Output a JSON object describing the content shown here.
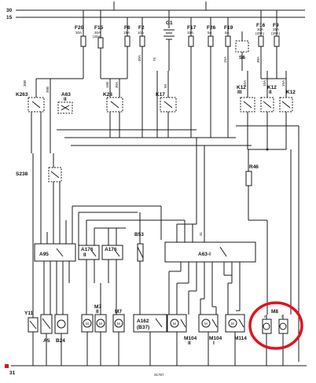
{
  "bus": {
    "top": "30",
    "bottom": "15"
  },
  "fuses": [
    {
      "id": "F20",
      "rating": "30A"
    },
    {
      "id": "F15",
      "rating": "30A",
      "sub": "(20A)"
    },
    {
      "id": "F6",
      "rating": "15A"
    },
    {
      "id": "F2",
      "rating": "10A"
    },
    {
      "id": "G1",
      "rating": ""
    },
    {
      "id": "F17",
      "rating": "15A"
    },
    {
      "id": "F26",
      "rating": "5A"
    },
    {
      "id": "F19",
      "rating": "5A"
    },
    {
      "id": "F16",
      "rating": "30A",
      "sub": "(20A)"
    },
    {
      "id": "F9",
      "rating": "25A",
      "sub": "(20A)"
    }
  ],
  "fuse_s6": "S6",
  "relays": [
    {
      "id": "K263",
      "sub": ""
    },
    {
      "id": "A63",
      "sub": "II"
    },
    {
      "id": "K28",
      "sub": ""
    },
    {
      "id": "K17",
      "sub": ""
    },
    {
      "id": "K12",
      "sub": "III"
    },
    {
      "id": "K12",
      "sub": "II"
    },
    {
      "id": "K12",
      "sub": ""
    }
  ],
  "components": {
    "s238": "S238",
    "r46": "R46",
    "a95": "A95",
    "a176a": "A176",
    "a176a_sub": "II",
    "a176b": "A176",
    "a176b_sub": "",
    "b53": "B53",
    "a63i": "A63-I",
    "y11": "Y11",
    "a5": "A5",
    "b24": "B24",
    "m7a": "M7",
    "m7a_sub": "II",
    "m7b": "M7",
    "m7b_sub": "",
    "a162": "A162",
    "a162_sub": "(B37)",
    "m104a": "M104",
    "m104a_sub": "II",
    "m104b": "M104",
    "m104b_sub": "I",
    "m114": "M114",
    "m8": "M8",
    "m8_sub1": "II",
    "m8_sub2": "I",
    "ground": "31",
    "page_ref": "31757"
  },
  "wire_labels": {
    "w1": "30B",
    "w2": "30B",
    "w3": "30A",
    "w4": "75",
    "w5": "15B",
    "w6": "30A",
    "w7": "50",
    "w8": "15A",
    "w9": "15A",
    "w10": "S6",
    "w11": "15A",
    "w12": "15A",
    "w13": "30A",
    "w14": "31",
    "w15": "31",
    "w16": "31",
    "w17": "31",
    "w18": "31",
    "w19": "31"
  }
}
